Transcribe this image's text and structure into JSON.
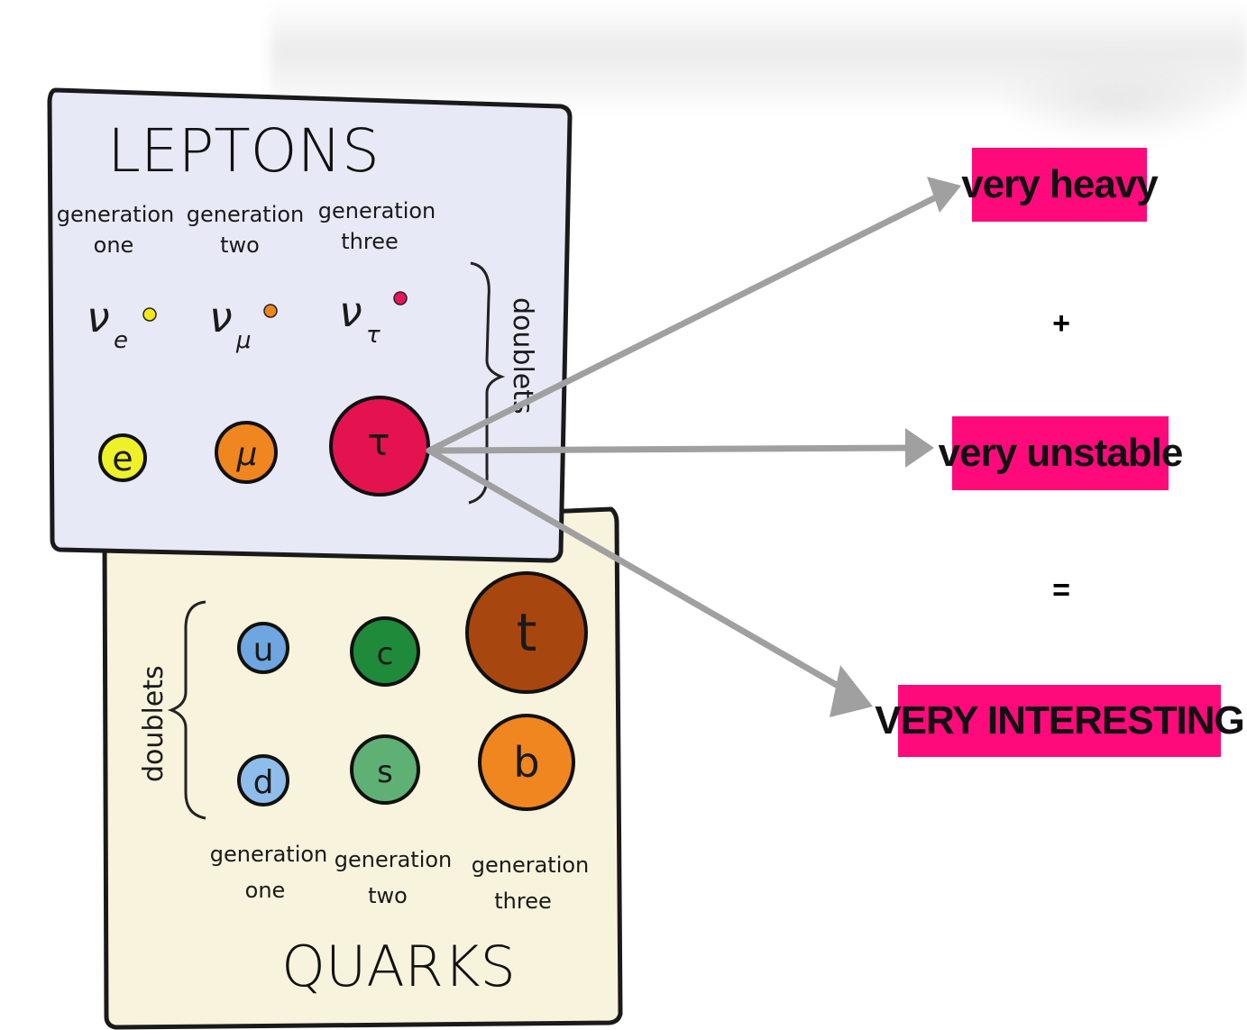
{
  "leptons": {
    "title": "LEPTONS",
    "generations": [
      {
        "line1": "generation",
        "line2": "one"
      },
      {
        "line1": "generation",
        "line2": "two"
      },
      {
        "line1": "generation",
        "line2": "three"
      }
    ],
    "neutrinos": [
      {
        "symbol": "ν",
        "sub": "e",
        "dot_color": "#f2e81a"
      },
      {
        "symbol": "ν",
        "sub": "μ",
        "dot_color": "#f0871c"
      },
      {
        "symbol": "ν",
        "sub": "τ",
        "dot_color": "#e8155a"
      }
    ],
    "particles": [
      {
        "symbol": "e",
        "color": "#eef02a"
      },
      {
        "symbol": "μ",
        "color": "#f0861f"
      },
      {
        "symbol": "τ",
        "color": "#e4134f"
      }
    ],
    "doublets_label": "doublets"
  },
  "quarks": {
    "title": "QUARKS",
    "doublets_label": "doublets",
    "particles": [
      {
        "symbol": "u",
        "color": "#6fa6df"
      },
      {
        "symbol": "d",
        "color": "#8fbdea"
      },
      {
        "symbol": "c",
        "color": "#1f8a3a"
      },
      {
        "symbol": "s",
        "color": "#5fb074"
      },
      {
        "symbol": "t",
        "color": "#a8460f"
      },
      {
        "symbol": "b",
        "color": "#f0861f"
      }
    ],
    "generations": [
      {
        "line1": "generation",
        "line2": "one"
      },
      {
        "line1": "generation",
        "line2": "two"
      },
      {
        "line1": "generation",
        "line2": "three"
      }
    ]
  },
  "callouts": {
    "heavy": "very heavy",
    "plus": "+",
    "unstable": "very unstable",
    "equals": "=",
    "interesting": "VERY INTERESTING",
    "box_color": "#ff0a7a",
    "arrow_color": "#a0a0a0"
  }
}
